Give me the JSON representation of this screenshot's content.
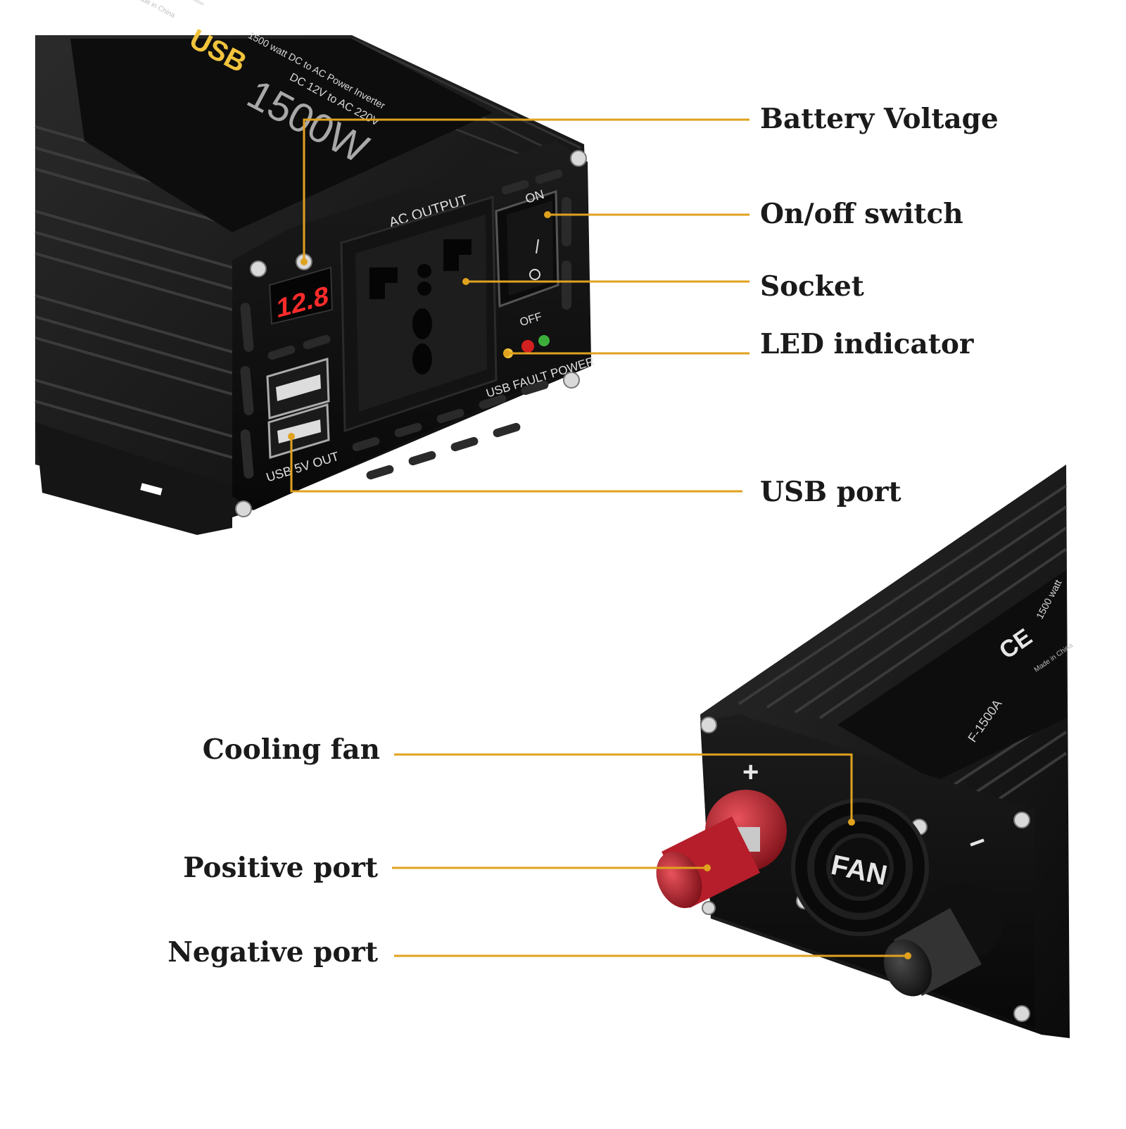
{
  "colors": {
    "leader": "#e0a21e",
    "body": "#111111",
    "body_light": "#2a2a2a",
    "fin": "#3a3a3a",
    "led_red": "#ff2b2b",
    "usb_yellow": "#f1c33c",
    "terminal_red": "#c4212f",
    "terminal_black": "#2a2a2a"
  },
  "callouts": {
    "battery_voltage": "Battery Voltage",
    "on_off_switch": "On/off switch",
    "socket": "Socket",
    "led_indicator": "LED indicator",
    "usb_port": "USB port",
    "cooling_fan": "Cooling fan",
    "positive_port": "Positive port",
    "negative_port": "Negative port"
  },
  "front_panel": {
    "ce_mark": "CE",
    "made_in": "Made in China",
    "usb_brand": "USB",
    "spec_line1": "1500 watt DC to AC Power Inverter",
    "spec_line2": "DC 12V to AC 220V",
    "power_rating": "1500W",
    "ac_output": "AC OUTPUT",
    "switch_on": "ON",
    "switch_off": "OFF",
    "display_value": "12.8",
    "led_labels": "USB FAULT POWER",
    "usb_label": "USB 5V OUT"
  },
  "rear_panel": {
    "ce_mark": "CE",
    "spec_short": "1500 watt",
    "made_in": "Made in China",
    "model": "F-1500A",
    "fan_label": "FAN",
    "plus_sign": "+",
    "minus_sign": "−"
  }
}
